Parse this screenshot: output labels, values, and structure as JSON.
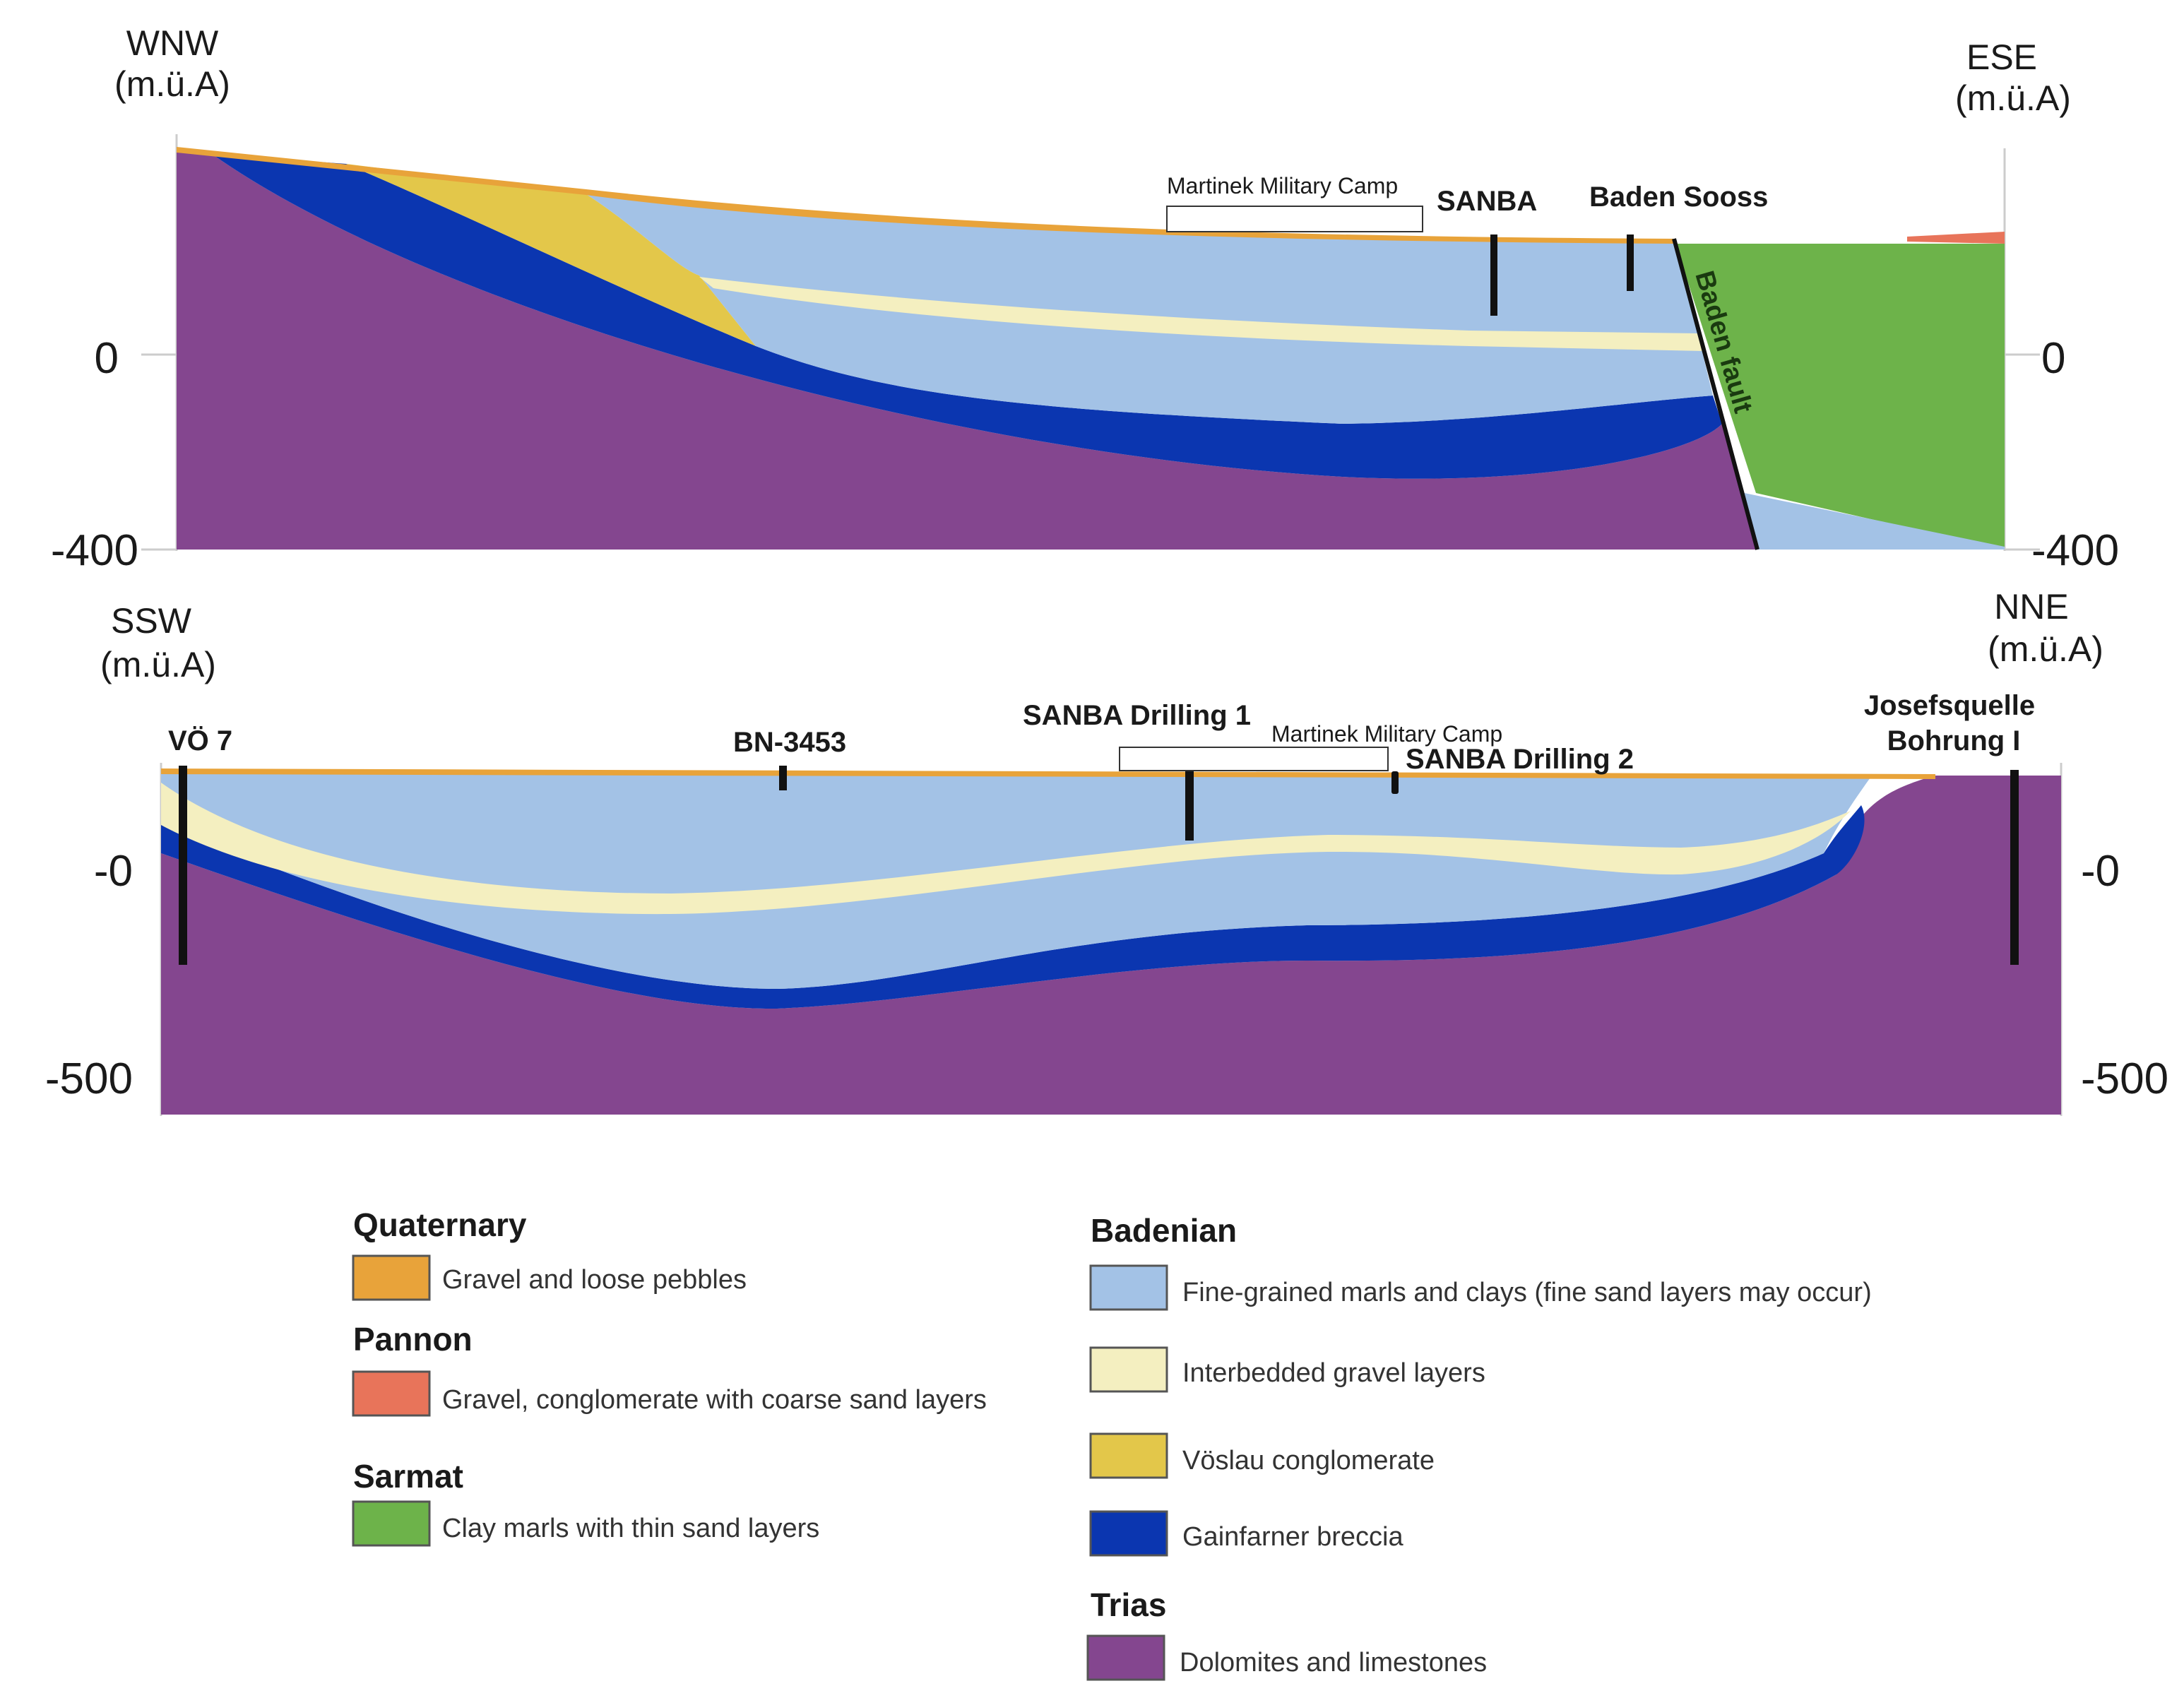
{
  "colors": {
    "quaternary": "#e8a33a",
    "pannon": "#e8745a",
    "sarmat": "#6db34a",
    "badenian_marl": "#a3c2e6",
    "interbedded_gravel": "#f4efc0",
    "voeslau": "#e3c74a",
    "gainfarner": "#0b36b0",
    "trias": "#84468f",
    "surface": "#d6ab6b",
    "well": "#111111"
  },
  "section1": {
    "left_label": "WNW",
    "right_label": "ESE",
    "left_unit": "(m.ü.A)",
    "right_unit": "(m.ü.A)",
    "ticks_left": [
      "0",
      "-400"
    ],
    "ticks_right": [
      "0",
      "-400"
    ],
    "camp_label": "Martinek Military Camp",
    "wells": [
      "SANBA",
      "Baden Sooss"
    ],
    "fault_label": "Baden fault"
  },
  "section2": {
    "left_label": "SSW",
    "right_label": "NNE",
    "left_unit": "(m.ü.A)",
    "right_unit": "(m.ü.A)",
    "ticks_left": [
      "-0",
      "-500"
    ],
    "ticks_right": [
      "-0",
      "-500"
    ],
    "camp_label": "Martinek Military Camp",
    "wells": [
      "VÖ 7",
      "BN-3453",
      "SANBA Drilling 1",
      "SANBA Drilling 2",
      "Josefsquelle",
      "Bohrung I"
    ]
  },
  "legend": {
    "groups": [
      {
        "title": "Quaternary",
        "items": [
          {
            "color": "#e8a33a",
            "label": "Gravel and loose pebbles"
          }
        ]
      },
      {
        "title": "Pannon",
        "items": [
          {
            "color": "#e8745a",
            "label": "Gravel, conglomerate with coarse sand layers"
          }
        ]
      },
      {
        "title": "Sarmat",
        "items": [
          {
            "color": "#6db34a",
            "label": "Clay marls with thin sand layers"
          }
        ]
      },
      {
        "title": "Badenian",
        "items": [
          {
            "color": "#a3c2e6",
            "label": "Fine-grained marls and clays (fine sand layers may occur)"
          },
          {
            "color": "#f4efc0",
            "label": "Interbedded gravel layers"
          },
          {
            "color": "#e3c74a",
            "label": "Vöslau conglomerate"
          },
          {
            "color": "#0b36b0",
            "label": "Gainfarner breccia"
          }
        ]
      },
      {
        "title": "Trias",
        "items": [
          {
            "color": "#84468f",
            "label": "Dolomites and limestones"
          }
        ]
      }
    ]
  }
}
